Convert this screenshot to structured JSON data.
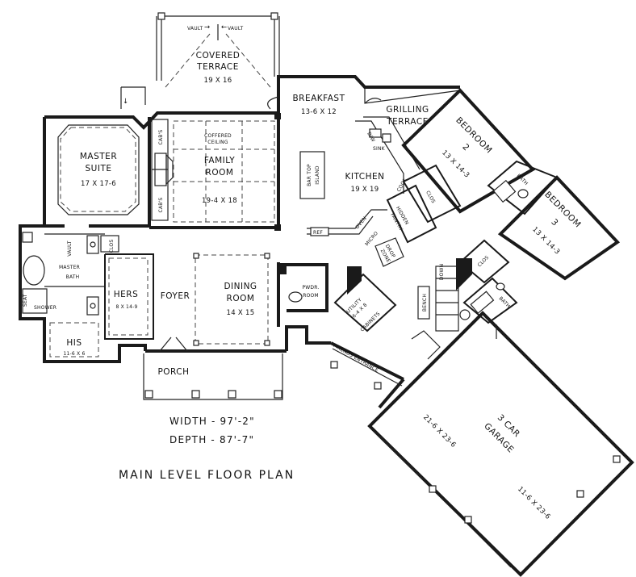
{
  "rooms": {
    "covered_terrace": {
      "name_1": "COVERED",
      "name_2": "TERRACE",
      "dim": "19 X 16",
      "vault_1": "VAULT",
      "vault_2": "VAULT"
    },
    "breakfast": {
      "name": "BREAKFAST",
      "dim": "13-6 X 12"
    },
    "grilling_terrace": {
      "name_1": "GRILLING",
      "name_2": "TERRACE"
    },
    "master_suite": {
      "name_1": "MASTER",
      "name_2": "SUITE",
      "dim": "17 X 17-6"
    },
    "family_room": {
      "name_1": "FAMILY",
      "name_2": "ROOM",
      "dim": "19-4 X 18",
      "ceiling_1": "COFFERED",
      "ceiling_2": "CEILING",
      "cabs_1": "CAB'S",
      "cabs_2": "CAB'S"
    },
    "kitchen": {
      "name": "KITCHEN",
      "dim": "19 X 19",
      "island_1": "BAR TOP",
      "island_2": "ISLAND",
      "ref": "REF",
      "sink": "SINK",
      "dw": "D/W",
      "cook": "COOK",
      "oven": "OVEN",
      "micro": "MICRO"
    },
    "hidden_pantry": {
      "name_1": "HIDDEN",
      "name_2": "PANTRY"
    },
    "drop_zone": {
      "name_1": "DROP",
      "name_2": "ZONE"
    },
    "bedroom_2": {
      "name_1": "BEDROOM",
      "name_2": "2",
      "dim": "13 X 14-3",
      "clos": "CLOS",
      "bath": "BATH"
    },
    "bedroom_3": {
      "name_1": "BEDROOM",
      "name_2": "3",
      "dim": "13 X 14-3",
      "clos": "CLOS",
      "bath": "BATH"
    },
    "master_bath": {
      "name_1": "MASTER",
      "name_2": "BATH",
      "vault": "VAULT",
      "shower": "SHOWER",
      "seat": "SEAT",
      "clos": "CLOS"
    },
    "hers": {
      "name": "HERS",
      "dim": "8 X 14-9"
    },
    "his": {
      "name": "HIS",
      "dim": "11-6 X 6"
    },
    "foyer": {
      "name": "FOYER"
    },
    "dining_room": {
      "name_1": "DINING",
      "name_2": "ROOM",
      "dim": "14 X 15"
    },
    "pwdr_room": {
      "name_1": "PWDR.",
      "name_2": "ROOM"
    },
    "utility": {
      "name": "UTILITY",
      "dim": "6-4 X 8",
      "cabinets": "CABINETS"
    },
    "porch": {
      "name": "PORCH"
    },
    "friends_entrance": {
      "name": "FRIENDS ENTRANCE"
    },
    "stairs": {
      "down": "DOWN",
      "bench": "BENCH"
    },
    "garage": {
      "name_1": "3 CAR",
      "name_2": "GARAGE",
      "dim_1": "21-6 X 23-6",
      "dim_2": "11-6 X 23-6"
    }
  },
  "info": {
    "width": "WIDTH - 97'-2\"",
    "depth": "DEPTH - 87'-7\""
  },
  "caption": "MAIN LEVEL FLOOR PLAN"
}
